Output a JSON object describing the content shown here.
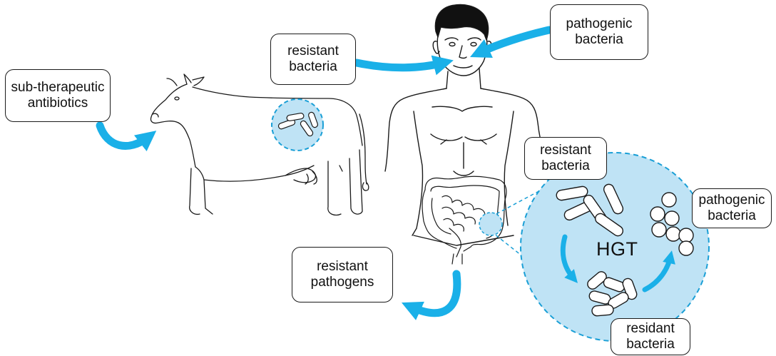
{
  "labels": {
    "sub_therapeutic": "sub-therapeutic\nantibiotics",
    "resistant_bacteria_top": "resistant\nbacteria",
    "pathogenic_bacteria_top": "pathogenic\nbacteria",
    "resistant_bacteria_gut": "resistant\nbacteria",
    "pathogenic_bacteria_gut": "pathogenic\nbacteria",
    "resistant_pathogens": "resistant\npathogens",
    "resident_bacteria": "residant\nbacteria",
    "hgt": "HGT"
  },
  "colors": {
    "arrow": "#1ab0e8",
    "bubble_fill": "#bfe3f5",
    "bubble_stroke": "#1a9fd6",
    "outline": "#1a1a1a"
  }
}
